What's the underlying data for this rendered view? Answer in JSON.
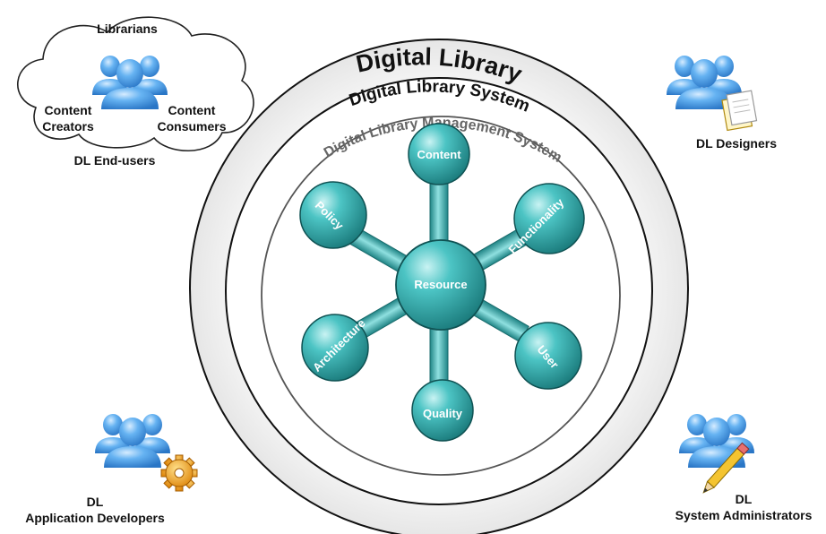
{
  "rings": {
    "outer": "Digital Library",
    "middle": "Digital Library System",
    "inner": "Digital Library Management System"
  },
  "hub": "Resource",
  "spokes": {
    "content": "Content",
    "functionality": "Functionality",
    "user": "User",
    "quality": "Quality",
    "architecture": "Architecture",
    "policy": "Policy"
  },
  "actors": {
    "librarians": "Librarians",
    "content_creators": [
      "Content",
      "Creators"
    ],
    "content_consumers": [
      "Content",
      "Consumers"
    ],
    "end_users": "DL End-users",
    "designers": "DL Designers",
    "app_developers": [
      "DL",
      "Application Developers"
    ],
    "sys_admins": [
      "DL",
      "System Administrators"
    ]
  },
  "colors": {
    "sphere": "#3fb8b8",
    "sphere_dark": "#1c7f80",
    "person": "#5aaaf0",
    "person_dark": "#2c78c8"
  },
  "icons": {
    "designers": "documents-icon",
    "app_developers": "gear-icon",
    "sys_admins": "pencil-icon"
  }
}
